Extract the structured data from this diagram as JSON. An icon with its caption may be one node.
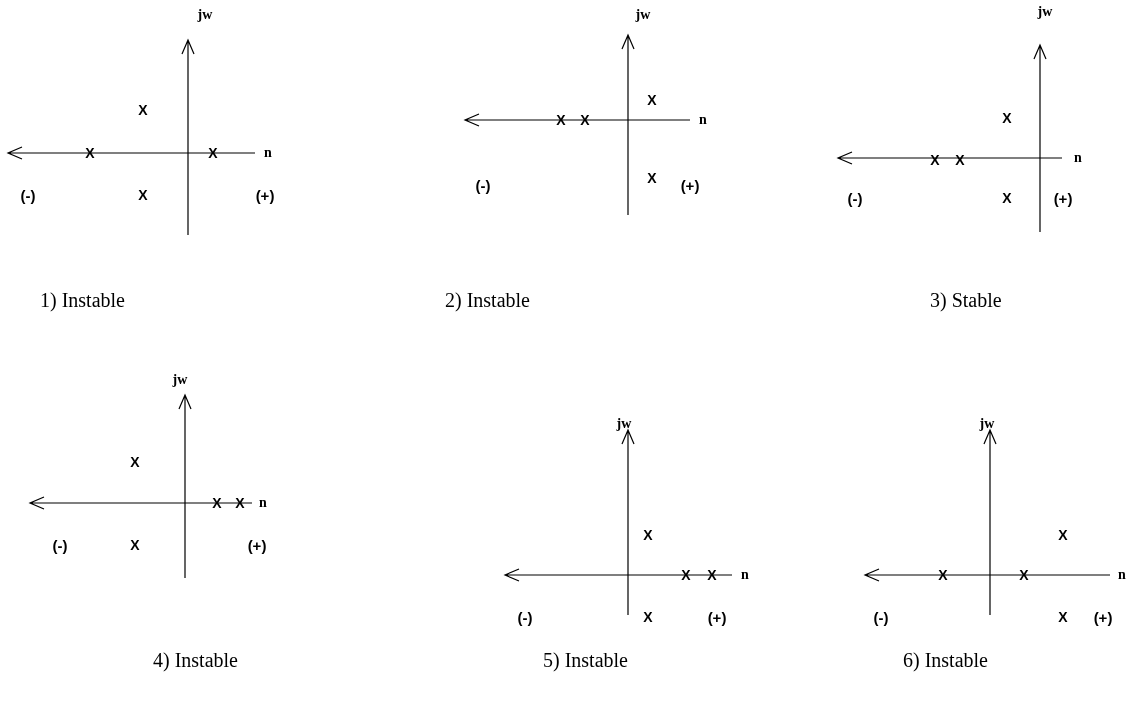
{
  "diagram": {
    "labels": [
      "jw",
      "X",
      "X",
      "X",
      "n",
      "(-)",
      "X",
      "(+)",
      "jw",
      "X",
      "X",
      "X",
      "n",
      "(-)",
      "X",
      "(+)",
      "jw",
      "X",
      "X",
      "X",
      "n",
      "(-)",
      "X",
      "(+)",
      "1) Instable",
      "2) Instable",
      "3) Stable",
      "jw",
      "X",
      "X",
      "X",
      "n",
      "(-)",
      "X",
      "(+)",
      "jw",
      "X",
      "X",
      "X",
      "n",
      "(-)",
      "X",
      "(+)",
      "jw",
      "X",
      "X",
      "X",
      "n",
      "(-)",
      "X",
      "(+)",
      "4) Instable",
      "5) Instable",
      "6) Instable"
    ]
  }
}
